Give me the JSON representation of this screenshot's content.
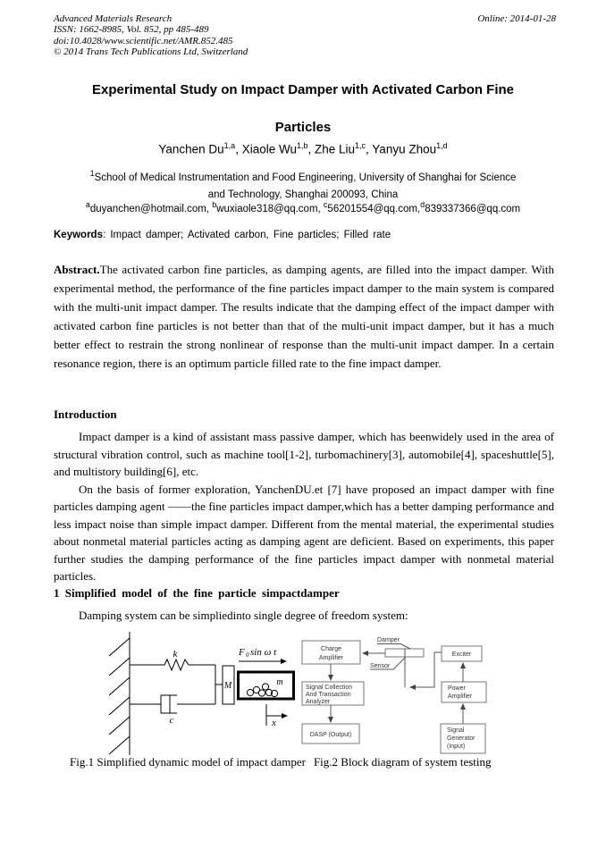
{
  "colors": {
    "background": "#ffffff",
    "text": "#000000",
    "diagram_border": "#777777"
  },
  "header": {
    "journal": "Advanced Materials Research",
    "issn": "ISSN: 1662-8985, Vol. 852, pp 485-489",
    "doi": "doi:10.4028/www.scientific.net/AMR.852.485",
    "copyright": "© 2014 Trans Tech Publications Ltd, Switzerland",
    "online": "Online: 2014-01-28"
  },
  "title": {
    "line1": "Experimental Study on Impact Damper with Activated Carbon Fine",
    "line2": "Particles"
  },
  "authors": [
    {
      "name": "Yanchen Du",
      "sup": "1,a"
    },
    {
      "name": ", Xiaole Wu",
      "sup": "1,b"
    },
    {
      "name": ", Zhe Liu",
      "sup": "1,c"
    },
    {
      "name": ", Yanyu Zhou",
      "sup": "1,d"
    }
  ],
  "affiliation": {
    "sup": "1",
    "line1": "School of Medical Instrumentation and Food Engineering, University of Shanghai for Science",
    "line2": "and Technology, Shanghai 200093, China"
  },
  "emails": [
    {
      "sup": "a",
      "text": "duyanchen@hotmail.com, "
    },
    {
      "sup": "b",
      "text": "wuxiaole318@qq.com, "
    },
    {
      "sup": "c",
      "text": "56201554@qq.com,"
    },
    {
      "sup": "d",
      "text": "839337366@qq.com"
    }
  ],
  "keywords": {
    "label": "Keywords",
    "text": ": Impact damper; Activated carbon, Fine particles; Filled rate"
  },
  "abstract": {
    "label": "Abstract.",
    "text": "The activated carbon fine particles, as damping agents, are filled into the impact damper. With experimental method, the performance of the fine particles impact damper to the main system is compared with the multi-unit impact damper. The results indicate that the damping effect of the impact damper with activated carbon fine particles is not better than that of the multi-unit impact damper, but it has a much better effect to restrain the strong nonlinear of response than the multi-unit impact damper. In a certain resonance region, there is an optimum particle filled rate to the fine impact damper."
  },
  "introduction": {
    "heading": "Introduction",
    "p1": "Impact damper is a kind of assistant mass passive damper, which has beenwidely used in the area of structural vibration control, such as machine tool[1-2], turbomachinery[3], automobile[4], spaceshuttle[5], and multistory building[6], etc.",
    "p2": "On the basis of former exploration, YanchenDU.et [7] have proposed an impact damper with fine particles damping agent ——the fine particles impact damper,which has a better damping performance and less impact noise than simple impact damper. Different from the mental material, the experimental studies about nonmetal material particles acting as damping agent are deficient. Based on experiments, this paper further studies the damping performance of the fine particles impact damper with nonmetal material particles."
  },
  "section1": {
    "heading": "1 Simplified model of the fine particle simpactdamper",
    "p1": "Damping system can be simpliedinto single degree of freedom system:"
  },
  "fig1": {
    "spring_label": "k",
    "damper_label": "c",
    "mass_label": "M",
    "container_label": "m",
    "force_f": "F",
    "force_sub": "0",
    "force_rest": "sin ω t",
    "axis_label": "x"
  },
  "fig2": {
    "damper_label": "Damper",
    "sensor_label": "Sensor",
    "charge_amplifier": [
      "Charge",
      "Amplifier"
    ],
    "signal_collection": [
      "Signal Collection",
      "And Transaction",
      "Analyzer"
    ],
    "dasp": [
      "DASP (Output)"
    ],
    "exciter": [
      "Exciter"
    ],
    "power_amplifier": [
      "Power",
      "Amplifier"
    ],
    "signal_generator": [
      "Signal",
      "Generator",
      "(Input)"
    ]
  },
  "captions": {
    "fig1": "Fig.1 Simplified dynamic model of impact damper",
    "fig2": "Fig.2 Block diagram of system testing"
  }
}
